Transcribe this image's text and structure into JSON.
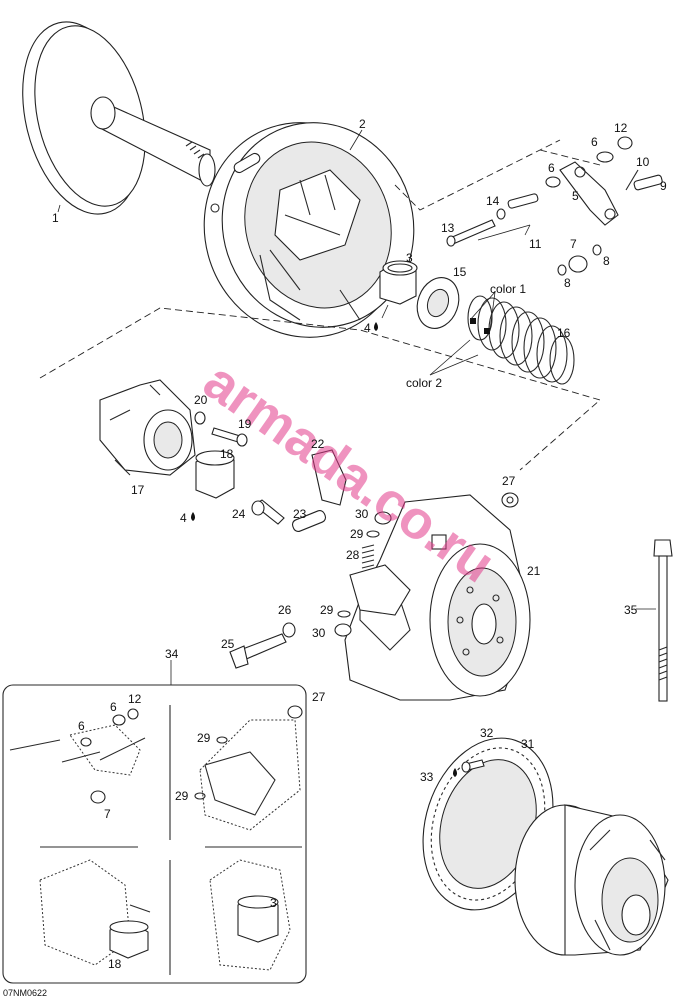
{
  "callouts": {
    "c1": "1",
    "c2": "2",
    "c3": "3",
    "c3b": "3",
    "c4a": "4",
    "c4b": "4",
    "c5": "5",
    "c6a": "6",
    "c6b": "6",
    "c6c": "6",
    "c7a": "7",
    "c7b": "7",
    "c8a": "8",
    "c8b": "8",
    "c9": "9",
    "c10": "10",
    "c11": "11",
    "c12a": "12",
    "c12b": "12",
    "c13": "13",
    "c14": "14",
    "c15": "15",
    "c16": "16",
    "c17": "17",
    "c18a": "18",
    "c18b": "18",
    "c19": "19",
    "c20": "20",
    "c21": "21",
    "c22": "22",
    "c23": "23",
    "c24": "24",
    "c25": "25",
    "c26": "26",
    "c27a": "27",
    "c27b": "27",
    "c28": "28",
    "c29a": "29",
    "c29b": "29",
    "c29c": "29",
    "c29d": "29",
    "c30a": "30",
    "c30b": "30",
    "c31": "31",
    "c32": "32",
    "c33": "33",
    "c34": "34",
    "c35": "35"
  },
  "labels": {
    "color1": "color 1",
    "color2": "color 2"
  },
  "drawing_id": "07NM0622",
  "watermark": "armada.co.ru",
  "icons": {
    "lubricant": "oil-drop-icon"
  }
}
